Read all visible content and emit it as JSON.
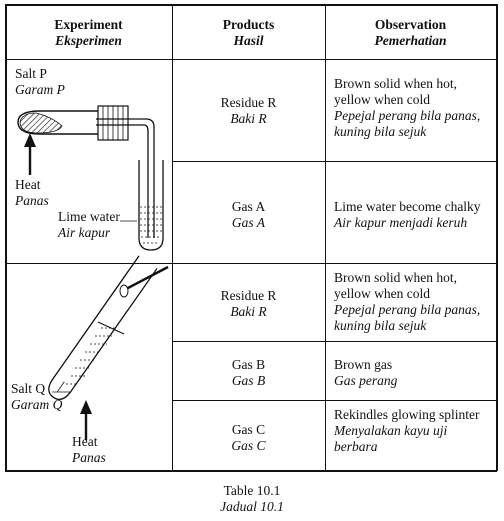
{
  "header": {
    "experiment": {
      "en": "Experiment",
      "ms": "Eksperimen"
    },
    "products": {
      "en": "Products",
      "ms": "Hasil"
    },
    "observation": {
      "en": "Observation",
      "ms": "Pemerhatian"
    }
  },
  "experiment_p": {
    "salt_en": "Salt P",
    "salt_ms": "Garam P",
    "heat_en": "Heat",
    "heat_ms": "Panas",
    "lime_en": "Lime water",
    "lime_ms": "Air kapur"
  },
  "experiment_q": {
    "salt_en": "Salt Q",
    "salt_ms": "Garam Q",
    "heat_en": "Heat",
    "heat_ms": "Panas"
  },
  "rows": [
    {
      "product_en": "Residue R",
      "product_ms": "Baki R",
      "obs": [
        "Brown solid when hot,",
        "yellow when cold"
      ],
      "obs_ms": [
        "Pepejal perang bila panas,",
        "kuning bila sejuk"
      ]
    },
    {
      "product_en": "Gas A",
      "product_ms": "Gas A",
      "obs": [
        "Lime water become chalky"
      ],
      "obs_ms": [
        "Air kapur menjadi keruh"
      ]
    },
    {
      "product_en": "Residue R",
      "product_ms": "Baki R",
      "obs": [
        "Brown solid when hot,",
        "yellow when cold"
      ],
      "obs_ms": [
        "Pepejal perang bila panas,",
        "kuning bila sejuk"
      ]
    },
    {
      "product_en": "Gas B",
      "product_ms": "Gas B",
      "obs": [
        "Brown gas"
      ],
      "obs_ms": [
        "Gas perang"
      ]
    },
    {
      "product_en": "Gas C",
      "product_ms": "Gas C",
      "obs": [
        "Rekindles glowing splinter"
      ],
      "obs_ms": [
        "Menyalakan kayu uji",
        "berbara"
      ]
    }
  ],
  "caption": {
    "en": "Table 10.1",
    "ms": "Jadual 10.1"
  }
}
